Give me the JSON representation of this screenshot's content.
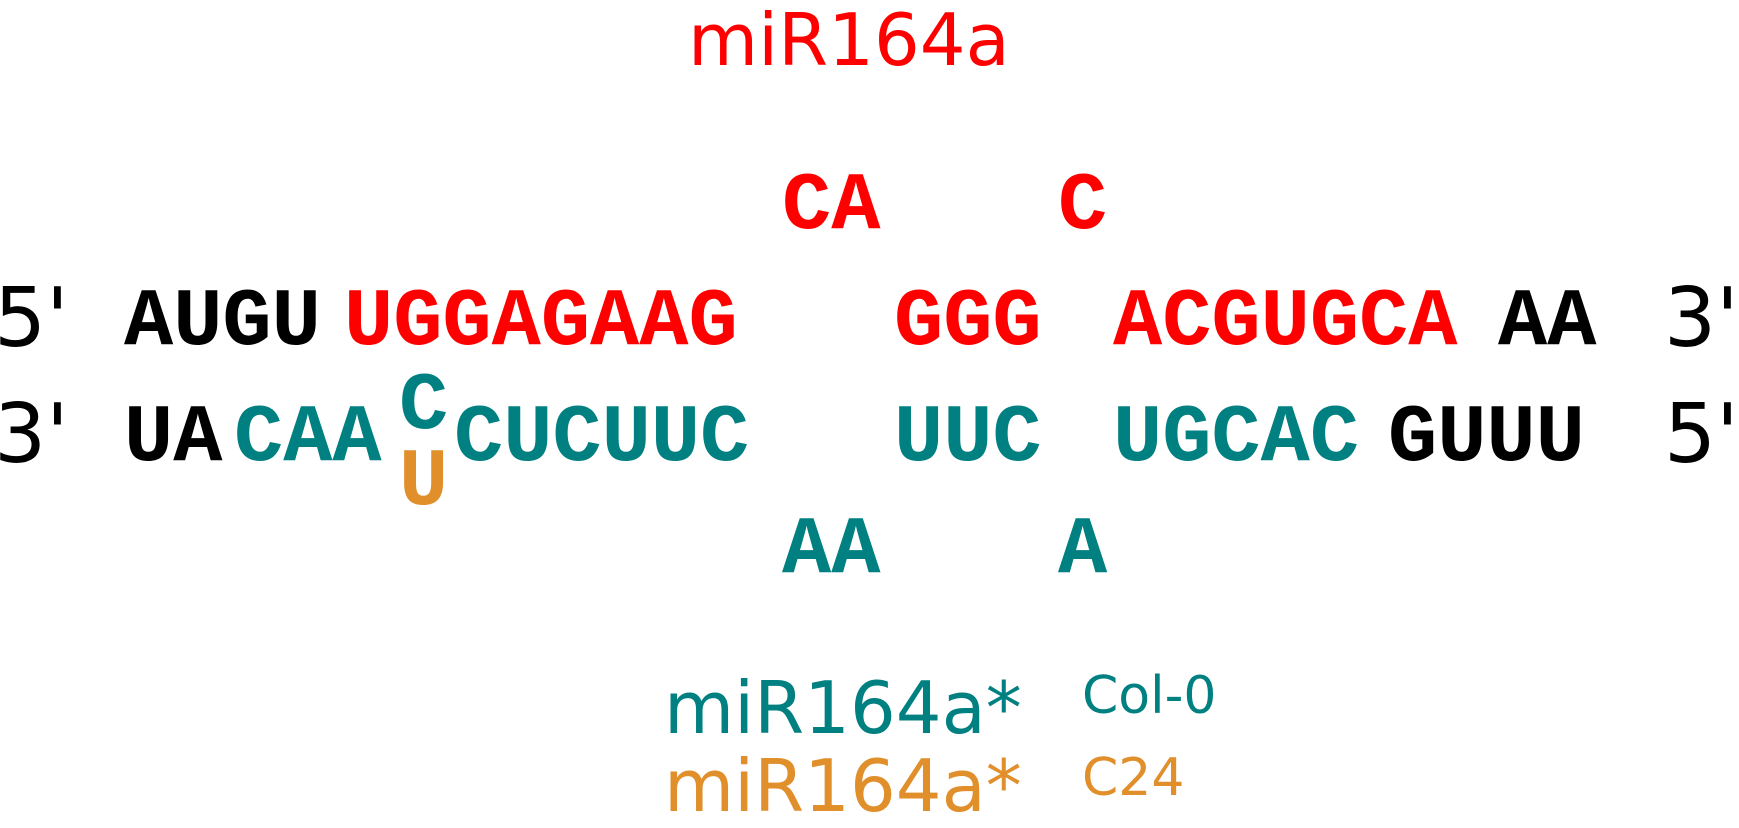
{
  "colors": {
    "mature": "#ff0000",
    "star_col0": "#008080",
    "star_c24": "#e08f2a",
    "flank": "#000000"
  },
  "title_top": "miR164a",
  "top_strand": {
    "end5": "5'",
    "end3": "3'",
    "flank_left": "AUGU",
    "seg1": "UGGAGAAG",
    "seg2": "GGG",
    "seg3": "ACGUGCA",
    "flank_right": "AA",
    "bulge1": "CA",
    "bulge2": "C"
  },
  "bottom_strand": {
    "end3": "3'",
    "end5": "5'",
    "flank_left": "UA",
    "seg1a": "CAA",
    "variant_col0": "C",
    "variant_c24": "U",
    "seg1b": "CUCUUC",
    "seg2": "UUC",
    "seg3": "UGCAC",
    "flank_right": "GUUU",
    "bulge1": "AA",
    "bulge2": "A"
  },
  "legend": {
    "col0_name": "miR164a*",
    "col0_sup": "Col-0",
    "c24_name": "miR164a*",
    "c24_sup": "C24"
  }
}
